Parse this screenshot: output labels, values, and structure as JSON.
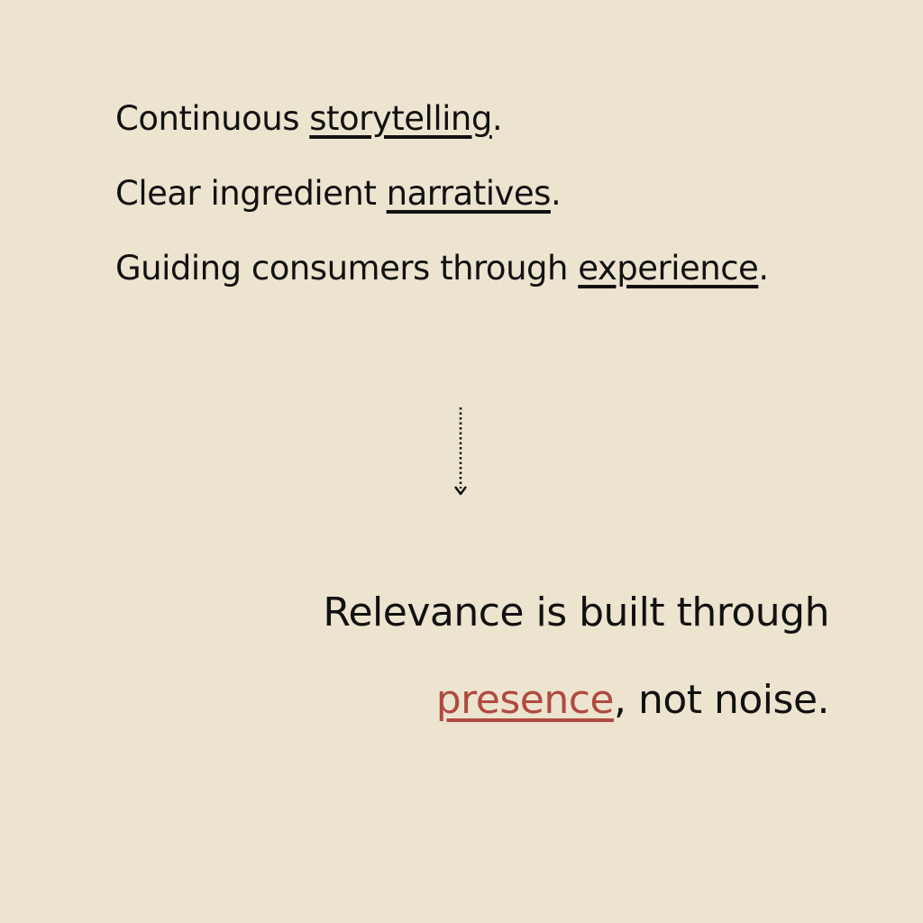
{
  "colors": {
    "background": "#ECE4CF",
    "text": "#111111",
    "accent": "#B04A40"
  },
  "top_lines": [
    {
      "before": "Continuous ",
      "emphasis": "storytelling",
      "after": "."
    },
    {
      "before": "Clear ingredient ",
      "emphasis": "narratives",
      "after": "."
    },
    {
      "before": "Guiding consumers through ",
      "emphasis": "experience",
      "after": "."
    }
  ],
  "arrow_icon": "dotted-down-arrow",
  "conclusion": {
    "line1": "Relevance is built through",
    "emphasis": "presence",
    "after": ", not noise."
  }
}
